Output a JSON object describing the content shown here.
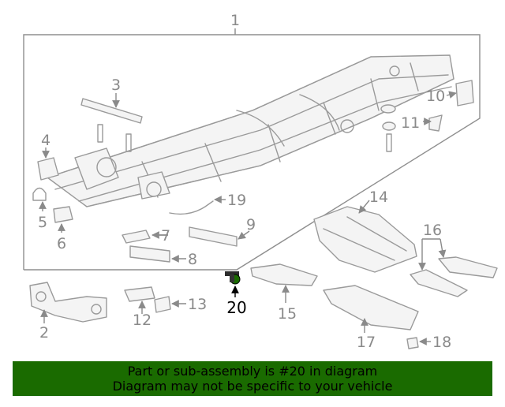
{
  "diagram": {
    "callouts": [
      "1",
      "2",
      "3",
      "4",
      "5",
      "6",
      "7",
      "8",
      "9",
      "10",
      "11",
      "12",
      "13",
      "14",
      "15",
      "16",
      "17",
      "18",
      "19",
      "20"
    ],
    "highlighted": "20",
    "highlight_color": "#1a6b00"
  },
  "banner": {
    "line1": "Part or sub-assembly is #20 in diagram",
    "line2": "Diagram may not be specific to your vehicle",
    "background": "#1a6b00"
  }
}
